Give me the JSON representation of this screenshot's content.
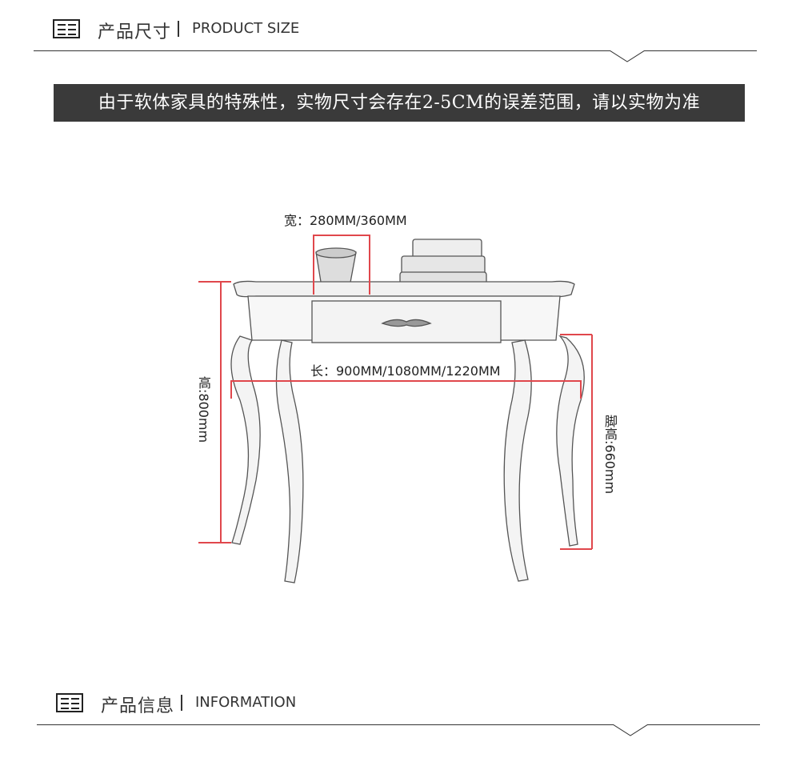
{
  "header_top": {
    "title_cn": "产品尺寸",
    "title_en": "PRODUCT SIZE",
    "icon": "menu-icon"
  },
  "notice": {
    "text": "由于软体家具的特殊性，实物尺寸会存在2-5CM的误差范围，请以实物为准"
  },
  "dimensions": {
    "width": "宽：280MM/360MM",
    "length": "长：900MM/1080MM/1220MM",
    "height": "高:800mm",
    "leg_height": "脚高:660mm"
  },
  "header_bottom": {
    "title_cn": "产品信息",
    "title_en": "INFORMATION",
    "icon": "menu-icon"
  },
  "colors": {
    "dimension_line": "#e0474c",
    "notice_bg": "#3a3a3a",
    "sketch": "#555555"
  }
}
